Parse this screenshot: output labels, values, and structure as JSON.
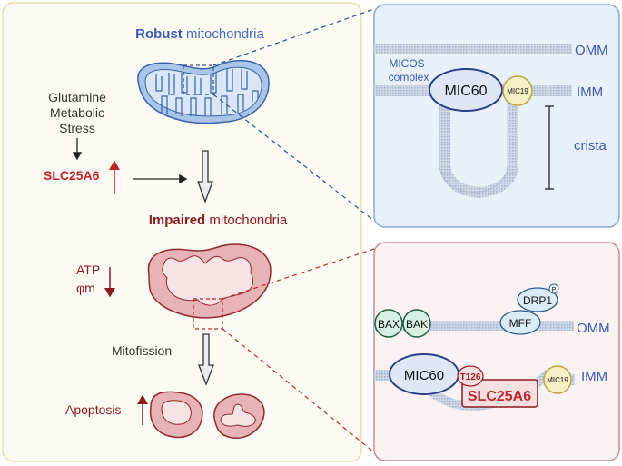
{
  "colors": {
    "left_panel_bg": "#fcfbf3",
    "left_panel_border": "#e6e1a8",
    "top_panel_bg": "#e8f0f9",
    "top_panel_border": "#8aa9d4",
    "bottom_panel_bg": "#f9f2f2",
    "bottom_panel_border": "#c98b8f",
    "blue_text": "#3a5bb0",
    "red_text": "#c0262d",
    "dark_red_text": "#8b1a1f",
    "robust_mito_fill": "#a9c6e8",
    "robust_mito_stroke": "#3a62a8",
    "impaired_mito_fill": "#e7b3b6",
    "impaired_mito_stroke": "#8e2a2f"
  },
  "left_panel": {
    "robust_bold": "Robust",
    "robust_rest": " mitochondria",
    "stress_lines": [
      "Glutamine",
      "Metabolic",
      "Stress"
    ],
    "slc_label": "SLC25A6",
    "impaired_bold": "Impaired",
    "impaired_rest": " mitochondria",
    "atp_label": "ATP",
    "phi_label": "φm",
    "mitofission_label": "Mitofission",
    "apoptosis_label": "Apoptosis"
  },
  "top_panel": {
    "omm_label": "OMM",
    "imm_label": "IMM",
    "micos_lines": [
      "MICOS",
      "complex"
    ],
    "mic60_label": "MIC60",
    "mic19_label": "MIC19",
    "crista_label": "crista"
  },
  "bottom_panel": {
    "bax_label": "BAX",
    "bak_label": "BAK",
    "drp1_label": "DRP1",
    "phospho_label": "P",
    "mff_label": "MFF",
    "omm_label": "OMM",
    "imm_label": "IMM",
    "mic60_label": "MIC60",
    "t126_label": "T126",
    "slc_label": "SLC25A6",
    "mic19_label": "MIC19"
  }
}
